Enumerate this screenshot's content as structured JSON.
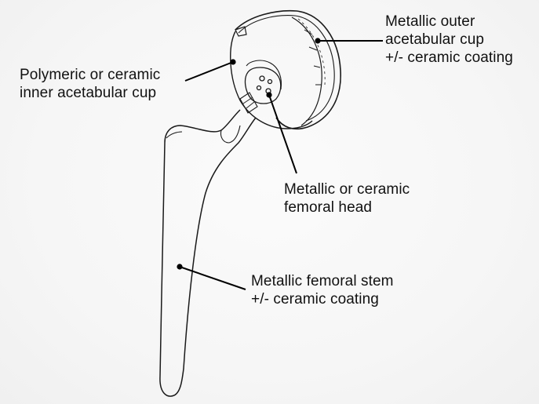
{
  "labels": {
    "outer_cup": [
      "Metallic outer",
      "acetabular cup",
      "+/- ceramic coating"
    ],
    "inner_cup": [
      "Polymeric or ceramic",
      "inner acetabular cup"
    ],
    "femoral_head": [
      "Metallic or ceramic",
      "femoral head"
    ],
    "femoral_stem": [
      "Metallic femoral stem",
      "+/- ceramic coating"
    ]
  },
  "colors": {
    "outline": "#1a1a1a",
    "leader": "#000000",
    "background": "#f6f6f6"
  }
}
